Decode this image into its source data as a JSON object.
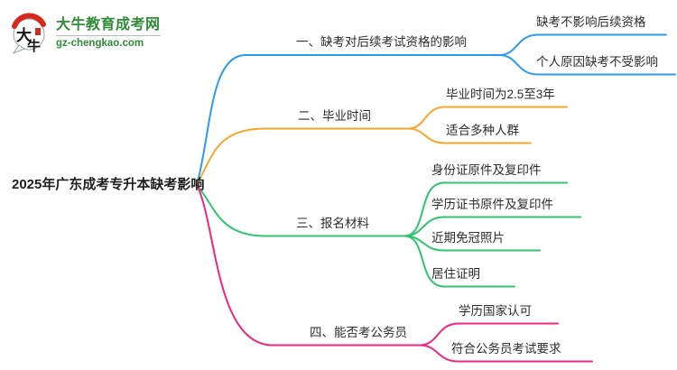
{
  "theme": {
    "branch1": "#2b9bf2",
    "branch2": "#f9a62a",
    "branch3": "#2fc46f",
    "branch4": "#f2267d",
    "logo_green": "#2e8b36",
    "logo_red": "#d7281d",
    "text_dark": "#2d2d2d",
    "background": "#ffffff"
  },
  "logo": {
    "site_name": "大牛教育成考网",
    "site_url": "gz-chengkao.com",
    "icon": "dainiu-speech-bubble-icon",
    "icon_char_1": "大",
    "icon_char_2": "牛"
  },
  "root": {
    "label": "2025年广东成考专升本缺考影响"
  },
  "branches": [
    {
      "label": "一、缺考对后续考试资格的影响",
      "color": "#2b9bf2",
      "children": [
        "缺考不影响后续资格",
        "个人原因缺考不受影响"
      ]
    },
    {
      "label": "二、毕业时间",
      "color": "#f9a62a",
      "children": [
        "毕业时间为2.5至3年",
        "适合多种人群"
      ]
    },
    {
      "label": "三、报名材料",
      "color": "#2fc46f",
      "children": [
        "身份证原件及复印件",
        "学历证书原件及复印件",
        "近期免冠照片",
        "居住证明"
      ]
    },
    {
      "label": "四、能否考公务员",
      "color": "#f2267d",
      "children": [
        "学历国家认可",
        "符合公务员考试要求"
      ]
    }
  ]
}
